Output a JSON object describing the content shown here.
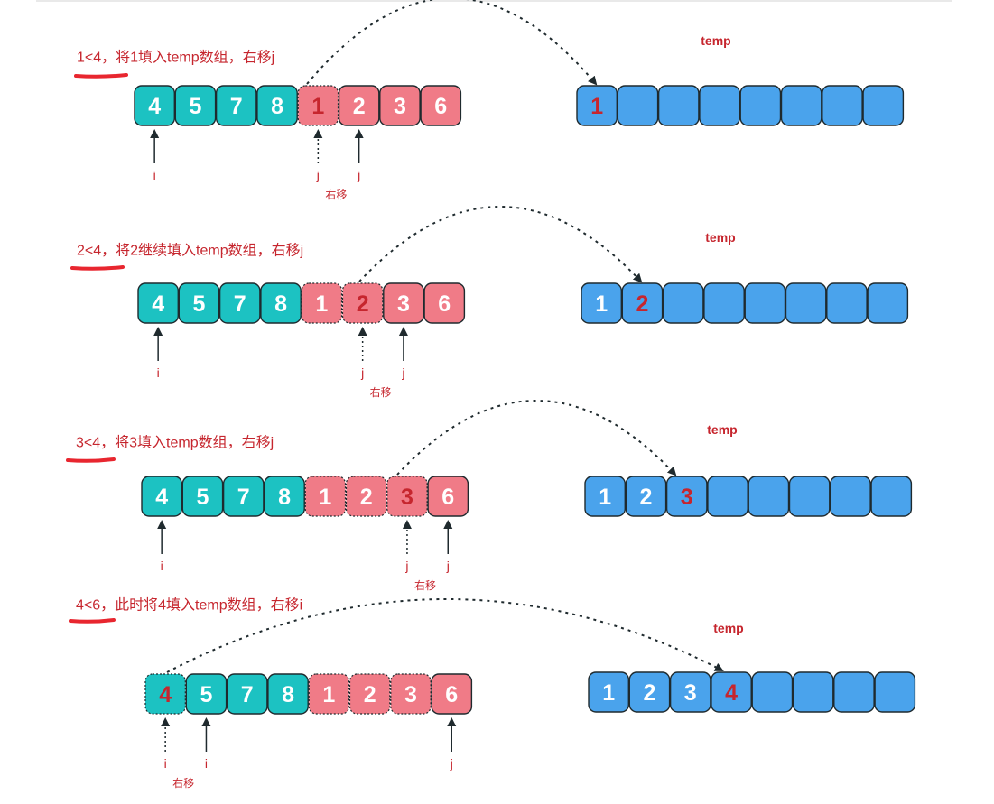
{
  "colors": {
    "left_fill": "#1cc2c2",
    "right_fill": "#f07b87",
    "temp_fill": "#4aa3ec",
    "stroke": "#1f2a2e",
    "text_white": "#ffffff",
    "text_red": "#c6262e",
    "underline": "#e8262f",
    "top_line": "#e9e9e9"
  },
  "panels": [
    {
      "caption": "1<4，将1填入temp数组，右移j",
      "temp_label": "temp",
      "array": [
        "4",
        "5",
        "7",
        "8",
        "1",
        "2",
        "3",
        "6"
      ],
      "temp": [
        "1",
        "",
        "",
        "",
        "",
        "",
        "",
        ""
      ],
      "pointer_labels": [
        "i",
        "j",
        "j"
      ],
      "move_label": "右移"
    },
    {
      "caption": "2<4，将2继续填入temp数组，右移j",
      "temp_label": "temp",
      "array": [
        "4",
        "5",
        "7",
        "8",
        "1",
        "2",
        "3",
        "6"
      ],
      "temp": [
        "1",
        "2",
        "",
        "",
        "",
        "",
        "",
        ""
      ],
      "pointer_labels": [
        "i",
        "j",
        "j"
      ],
      "move_label": "右移"
    },
    {
      "caption": "3<4，将3填入temp数组，右移j",
      "temp_label": "temp",
      "array": [
        "4",
        "5",
        "7",
        "8",
        "1",
        "2",
        "3",
        "6"
      ],
      "temp": [
        "1",
        "2",
        "3",
        "",
        "",
        "",
        "",
        ""
      ],
      "pointer_labels": [
        "i",
        "j",
        "j"
      ],
      "move_label": "右移"
    },
    {
      "caption": "4<6，此时将4填入temp数组，右移i",
      "temp_label": "temp",
      "array": [
        "4",
        "5",
        "7",
        "8",
        "1",
        "2",
        "3",
        "6"
      ],
      "temp": [
        "1",
        "2",
        "3",
        "4",
        "",
        "",
        "",
        ""
      ],
      "pointer_labels": [
        "i",
        "i",
        "j"
      ],
      "move_label": "右移"
    }
  ]
}
